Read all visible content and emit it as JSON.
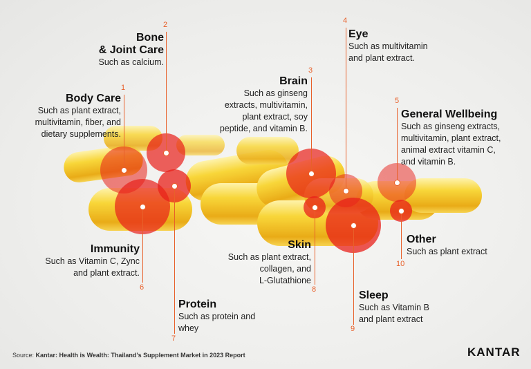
{
  "categories": [
    {
      "num": "1",
      "title": "Body Care",
      "desc": "Such as plant extract,\nmultivitamin, fiber, and\ndietary supplements."
    },
    {
      "num": "2",
      "title": "Bone\n& Joint Care",
      "desc": "Such as calcium."
    },
    {
      "num": "3",
      "title": "Brain",
      "desc": "Such as ginseng\nextracts, multivitamin,\nplant extract, soy\npeptide, and vitamin B."
    },
    {
      "num": "4",
      "title": "Eye",
      "desc": "Such as multivitamin\nand plant extract."
    },
    {
      "num": "5",
      "title": "General Wellbeing",
      "desc": "Such as ginseng extracts,\nmultivitamin, plant extract,\nanimal extract vitamin C,\nand vitamin B."
    },
    {
      "num": "6",
      "title": "Immunity",
      "desc": "Such as Vitamin C, Zync\nand plant extract."
    },
    {
      "num": "7",
      "title": "Protein",
      "desc": "Such as protein and\nwhey"
    },
    {
      "num": "8",
      "title": "Skin",
      "desc": "Such as plant extract,\ncollagen, and\nL-Glutathione"
    },
    {
      "num": "9",
      "title": "Sleep",
      "desc": "Such as Vitamin B\nand plant extract"
    },
    {
      "num": "10",
      "title": "Other",
      "desc": "Such as plant extract"
    }
  ],
  "source": {
    "label": "Source:",
    "text": "Kantar: Health is Wealth: Thailand’s Supplement Market in 2023 Report"
  },
  "logo": "KANTAR",
  "colors": {
    "accent": "#e8602a",
    "capsule": "#f5c516",
    "bubble": "#e8201a"
  }
}
